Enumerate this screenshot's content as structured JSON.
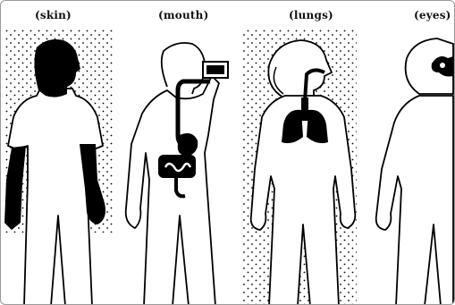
{
  "labels": {
    "skin": "(skin)",
    "mouth": "(mouth)",
    "lungs": "(lungs)",
    "eyes": "(eyes)"
  },
  "colors": {
    "ink": "#000000",
    "paper": "#ffffff",
    "border": "#9a9a9a"
  },
  "panels": [
    {
      "route": "skin",
      "highlight": [
        "head",
        "forearms",
        "hands"
      ],
      "dotted_background": true
    },
    {
      "route": "mouth",
      "highlight": [
        "cup",
        "esophagus",
        "stomach",
        "intestines"
      ],
      "dotted_background": false
    },
    {
      "route": "lungs",
      "highlight": [
        "nose",
        "trachea",
        "lungs"
      ],
      "dotted_background": true
    },
    {
      "route": "eyes",
      "highlight": [
        "eyes"
      ],
      "dotted_background": false
    }
  ]
}
